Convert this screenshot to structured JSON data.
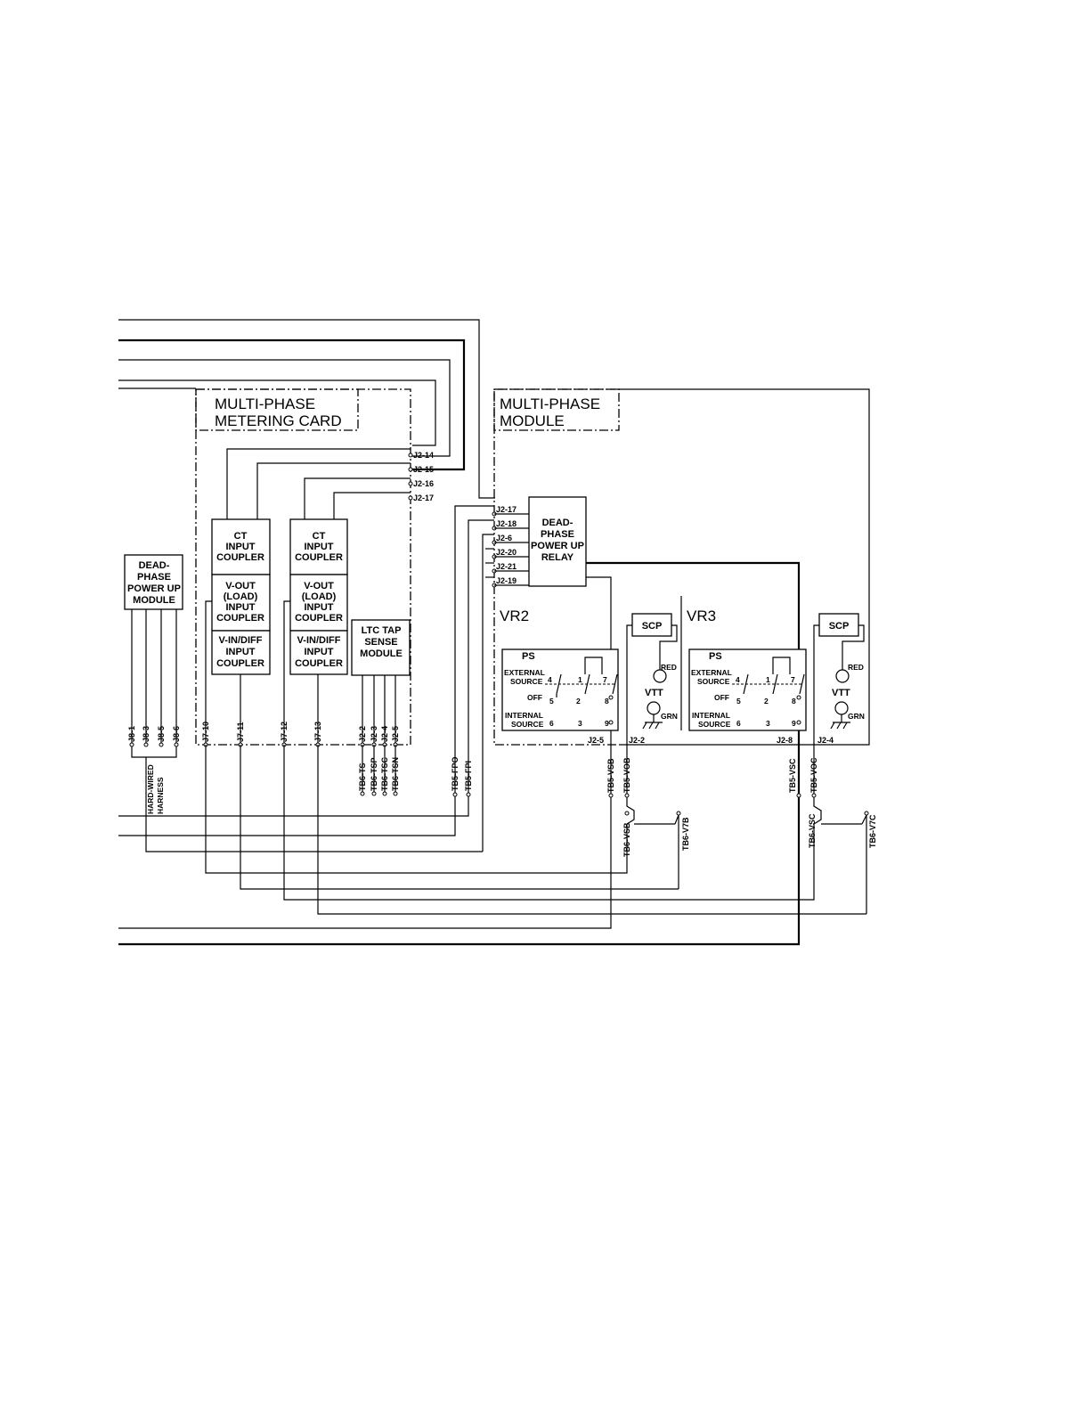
{
  "colors": {
    "ink": "#000000",
    "paper": "#ffffff"
  },
  "titles": {
    "metering_card": [
      "MULTI-PHASE",
      "METERING CARD"
    ],
    "module": [
      "MULTI-PHASE",
      "MODULE"
    ]
  },
  "blocks": {
    "dead_phase_module": [
      "DEAD-",
      "PHASE",
      "POWER UP",
      "MODULE"
    ],
    "ct1": [
      "CT",
      "INPUT",
      "COUPLER"
    ],
    "vout1": [
      "V-OUT",
      "(LOAD)",
      "INPUT",
      "COUPLER"
    ],
    "vin1": [
      "V-IN/DIFF",
      "INPUT",
      "COUPLER"
    ],
    "ct2": [
      "CT",
      "INPUT",
      "COUPLER"
    ],
    "vout2": [
      "V-OUT",
      "(LOAD)",
      "INPUT",
      "COUPLER"
    ],
    "vin2": [
      "V-IN/DIFF",
      "INPUT",
      "COUPLER"
    ],
    "ltc": [
      "LTC TAP",
      "SENSE",
      "MODULE"
    ],
    "relay": [
      "DEAD-",
      "PHASE",
      "POWER UP",
      "RELAY"
    ],
    "scp1": "SCP",
    "scp2": "SCP"
  },
  "metering_pins": [
    "J2-14",
    "J2-15",
    "J2-16",
    "J2-17"
  ],
  "module_pins": [
    "J2-17",
    "J2-18",
    "J2-6",
    "J2-20",
    "J2-21",
    "J2-19"
  ],
  "vr_labels": [
    "VR2",
    "VR3"
  ],
  "ps": {
    "title": "PS",
    "external": [
      "EXTERNAL",
      "SOURCE"
    ],
    "off": "OFF",
    "internal": [
      "INTERNAL",
      "SOURCE"
    ],
    "numbers": [
      "4",
      "1",
      "7",
      "5",
      "2",
      "8",
      "6",
      "3",
      "9"
    ]
  },
  "vtt": {
    "label": "VTT",
    "red": "RED",
    "grn": "GRN"
  },
  "bottom_pins": {
    "j8": [
      "J8-1",
      "J8-3",
      "J8-5",
      "J8-6"
    ],
    "j7": [
      "J7-10",
      "J7-11",
      "J7-12",
      "J7-13"
    ],
    "j2_ltc": [
      "J2-2",
      "J2-3",
      "J2-4",
      "J2-5"
    ],
    "module": [
      "J2-5",
      "J2-2",
      "J2-8",
      "J2-4"
    ]
  },
  "terminals": {
    "tb6_ts": [
      "TB6-TS",
      "TB6-TSP",
      "TB6-TSC",
      "TB6-TSN"
    ],
    "tb5_fp": [
      "TB5-FPO",
      "TB5-FPI"
    ],
    "vr2": [
      "TB5-VSB",
      "TB5-VOB",
      "TB6-VSB",
      "TB6-V7B"
    ],
    "vr3": [
      "TB5-VSC",
      "TB5-VOC",
      "TB6-VSC",
      "TB6-V7C"
    ]
  },
  "harness": [
    "HARD-WIRED",
    "HARNESS"
  ]
}
